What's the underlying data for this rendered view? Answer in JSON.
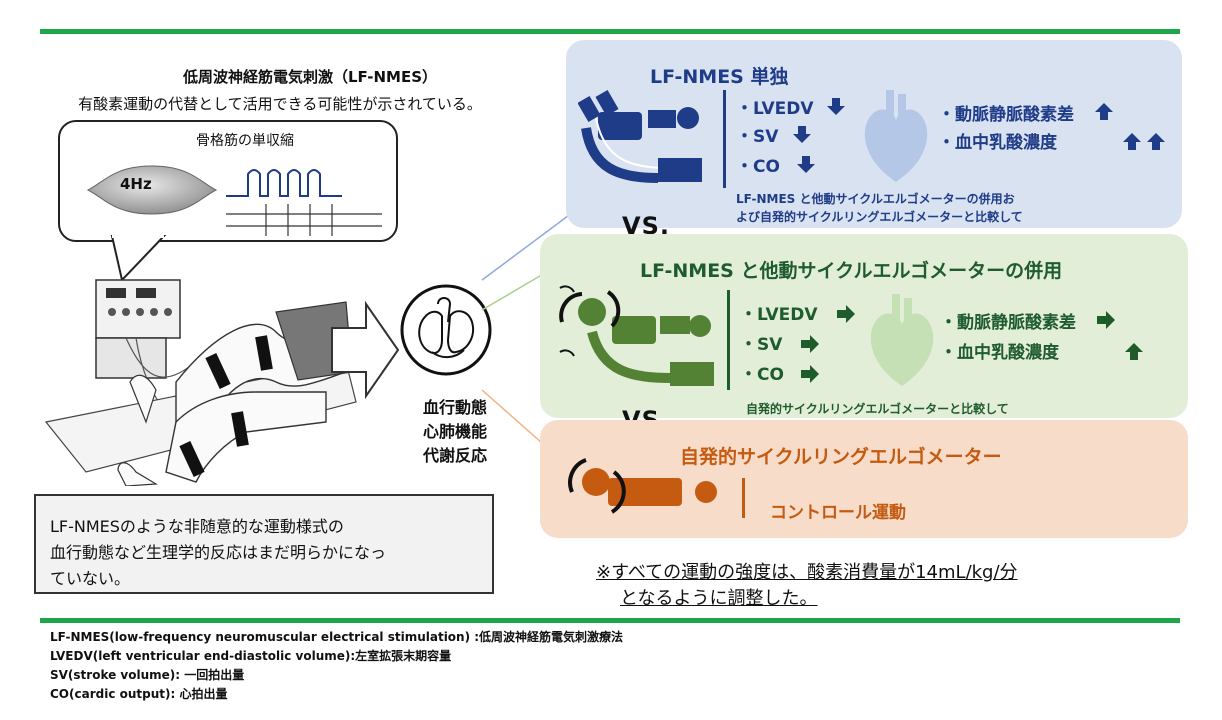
{
  "left": {
    "title": "低周波神経筋電気刺激（LF-NMES）",
    "subtitle": "有酸素運動の代替として活用できる可能性が示されている。",
    "bubble_title": "骨格筋の単収縮",
    "frequency_label": "4Hz",
    "note_lines": [
      "LF-NMESのような非随意的な運動様式の",
      "血行動態など生理学的反応はまだ明らかになっ",
      "ていない。"
    ]
  },
  "center_words": [
    "血行動態",
    "心肺機能",
    "代謝反応"
  ],
  "panels": {
    "p1": {
      "title": "LF-NMES 単独",
      "metrics": [
        "・LVEDV",
        "・SV",
        "・CO"
      ],
      "right_metrics": [
        "・動脈静脈酸素差",
        "・血中乳酸濃度"
      ],
      "note_lines": [
        "LF-NMES と他動サイクルエルゴメーターの併用お",
        "よび自発的サイクルリングエルゴメーターと比較して"
      ]
    },
    "vs1": "VS.",
    "p2": {
      "title": "LF-NMES と他動サイクルエルゴメーターの併用",
      "metrics": [
        "・LVEDV",
        "・SV",
        "・CO"
      ],
      "right_metrics": [
        "・動脈静脈酸素差",
        "・血中乳酸濃度"
      ],
      "note": "自発的サイクルリングエルゴメーターと比較して"
    },
    "vs2": "VS.",
    "p3": {
      "title": "自発的サイクルリングエルゴメーター",
      "label": "コントロール運動"
    }
  },
  "intensity_lines": [
    "※すべての運動の強度は、酸素消費量が14mL/kg/分",
    "となるように調整した。"
  ],
  "footnotes": [
    "LF-NMES(low-frequency neuromuscular electrical stimulation) :低周波神経筋電気刺激療法",
    "LVEDV(left ventricular end-diastolic volume):左室拡張末期容量",
    "SV(stroke volume): 一回拍出量",
    "CO(cardic output): 心拍出量"
  ],
  "colors": {
    "green_bar": "#1da64a",
    "panel_blue": "#d9e2f1",
    "panel_green": "#e3eed9",
    "panel_orange": "#f7dcc9",
    "blue_text": "#1f3c88",
    "green_text": "#1f5c2c",
    "orange_text": "#c55a11"
  }
}
